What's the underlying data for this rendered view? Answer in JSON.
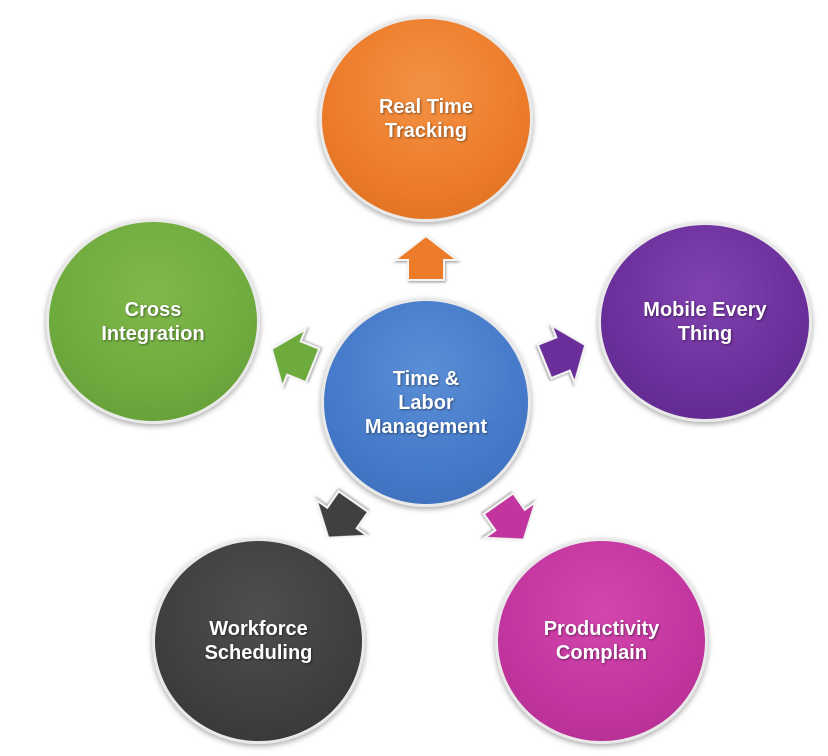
{
  "center": {
    "label": "Time &\nLabor\nManagement",
    "color": "#4579c9"
  },
  "nodes": [
    {
      "id": "top",
      "label": "Real Time\nTracking",
      "color": "#ec7b29"
    },
    {
      "id": "right",
      "label": "Mobile Every\nThing",
      "color": "#6a2f9a"
    },
    {
      "id": "bottom-right",
      "label": "Productivity\nComplain",
      "color": "#c2359e"
    },
    {
      "id": "bottom-left",
      "label": "Workforce\nScheduling",
      "color": "#3f3f3f"
    },
    {
      "id": "left",
      "label": "Cross\nIntegration",
      "color": "#6eab3e"
    }
  ]
}
